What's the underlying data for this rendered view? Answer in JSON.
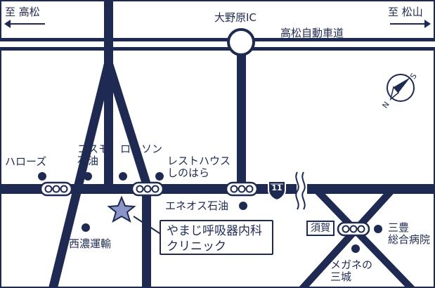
{
  "directions": {
    "to_takamatsu": "至 高松",
    "to_matsuyama": "至 松山"
  },
  "roads": {
    "interchange": "大野原IC",
    "expressway": "高松自動車道",
    "route_number": "11"
  },
  "landmarks": {
    "hello_z": "ハローズ",
    "cosmo": "コスモ\n石油",
    "lawson": "ローソン",
    "rest_house": "レストハウス\nしのはら",
    "eneos": "エネオス石油",
    "seino": "西濃運輸",
    "sugaga": "須賀",
    "mitoyo_hospital": "三豊\n総合病院",
    "megane": "メガネの\n三城"
  },
  "clinic": {
    "line1": "やまじ呼吸器内科",
    "line2": "クリニック"
  },
  "compass": {
    "north": "N",
    "south": "S"
  },
  "colors": {
    "road": "#1e2a52",
    "text": "#1e2a52",
    "star": "#8b95c9",
    "background": "#ffffff"
  }
}
